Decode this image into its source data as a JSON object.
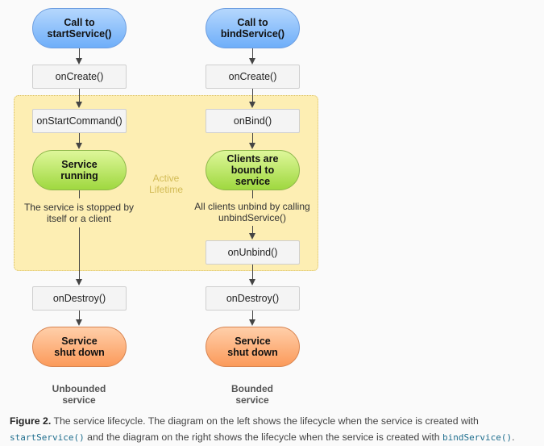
{
  "left": {
    "start": "Call to startService()",
    "create": "onCreate()",
    "command": "onStartCommand()",
    "running": "Service running",
    "note": "The service is stopped by itself or a client",
    "destroy": "onDestroy()",
    "shutdown": "Service shut down",
    "label": "Unbounded service"
  },
  "right": {
    "start": "Call to bindService()",
    "create": "onCreate()",
    "bind": "onBind()",
    "bound": "Clients are bound to service",
    "note": "All clients unbind by calling unbindService()",
    "unbind": "onUnbind()",
    "destroy": "onDestroy()",
    "shutdown": "Service shut down",
    "label": "Bounded service"
  },
  "active_lifetime": "Active Lifetime",
  "caption": {
    "figure": "Figure 2.",
    "text1": " The service lifecycle. The diagram on the left shows the lifecycle when the service is created with ",
    "code1": "startService()",
    "text2": " and the diagram on the right shows the lifecycle when the service is created with ",
    "code2": "bindService()",
    "text3": "."
  },
  "colors": {
    "start": "#6eaef9",
    "running": "#9fd83f",
    "shutdown": "#fb9a5a",
    "active_region": "#fdeeb3"
  }
}
